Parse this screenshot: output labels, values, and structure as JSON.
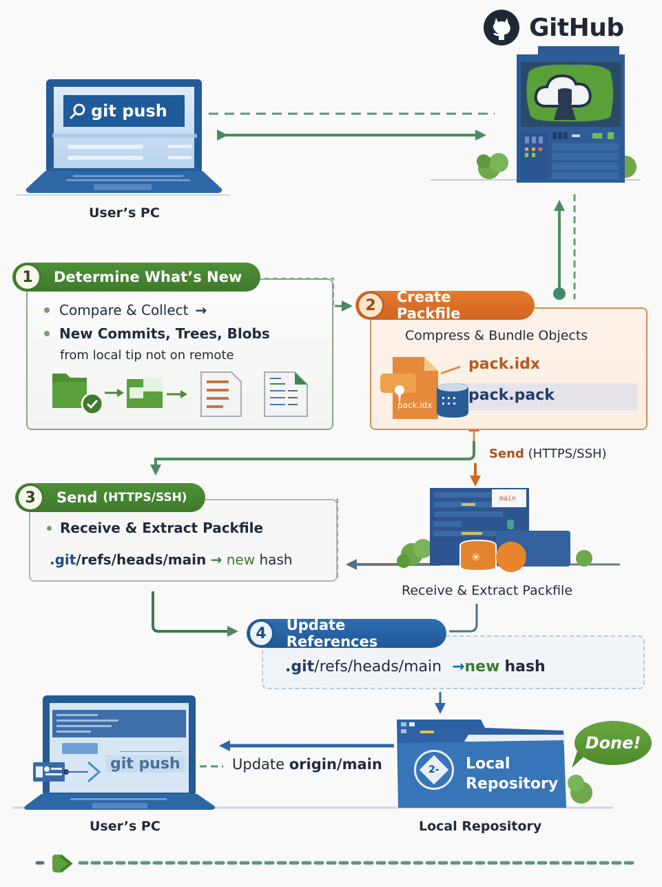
{
  "header": {
    "brand": "GitHub"
  },
  "top": {
    "laptop_command": "git push",
    "laptop_caption": "User’s PC"
  },
  "step1": {
    "number": "1",
    "title": "Determine What’s New",
    "bullets": [
      {
        "text": "Compare & Collect",
        "arrow": "→"
      },
      {
        "bold": "New Commits, Trees, Blobs"
      }
    ],
    "subtext": "from local tip not on remote",
    "icons": [
      "folder-check-icon",
      "arrow-right-icon",
      "folder-message-icon",
      "arrow-right-icon",
      "tree-document-icon",
      "blob-document-icon"
    ]
  },
  "step2": {
    "number": "2",
    "title": "Create Packfile",
    "subtitle": "Compress & Bundle Objects",
    "file_icon_label": "pack.idx",
    "files": [
      "pack.idx",
      "pack.pack"
    ],
    "send_label_bold": "Send",
    "send_label_rest": " (HTTPS/SSH)"
  },
  "step3": {
    "number": "3",
    "title": "Send",
    "title_suffix": "(HTTPS/SSH)",
    "bullet": "Receive & Extract Packfile",
    "ref_path_prefix": ".git",
    "ref_path_rest": "/refs/heads/main",
    "arrow": "→",
    "new_word": "new",
    "hash_word": "hash"
  },
  "server_receive": {
    "caption": "Receive & Extract Packfile",
    "screen_tag": "main"
  },
  "step4": {
    "number": "4",
    "title": "Update References",
    "ref_path_prefix": ".git",
    "ref_path_rest": "/refs/heads/main",
    "arrow": "→",
    "new_word": "new",
    "hash_word": "hash"
  },
  "bottom": {
    "laptop_command": "git push",
    "laptop_caption": "User’s PC",
    "update_label_plain": "Update ",
    "update_label_bold": "origin/main",
    "repo_badge": "2-",
    "repo_title_line1": "Local",
    "repo_title_line2": "Repository",
    "repo_caption": "Local Repository",
    "done_label": "Done!"
  },
  "colors": {
    "green": "#3f7a2c",
    "orange": "#d26520",
    "blue": "#1f5796",
    "arrow_green": "#4a8a63",
    "text_dark": "#1c2a3f"
  }
}
